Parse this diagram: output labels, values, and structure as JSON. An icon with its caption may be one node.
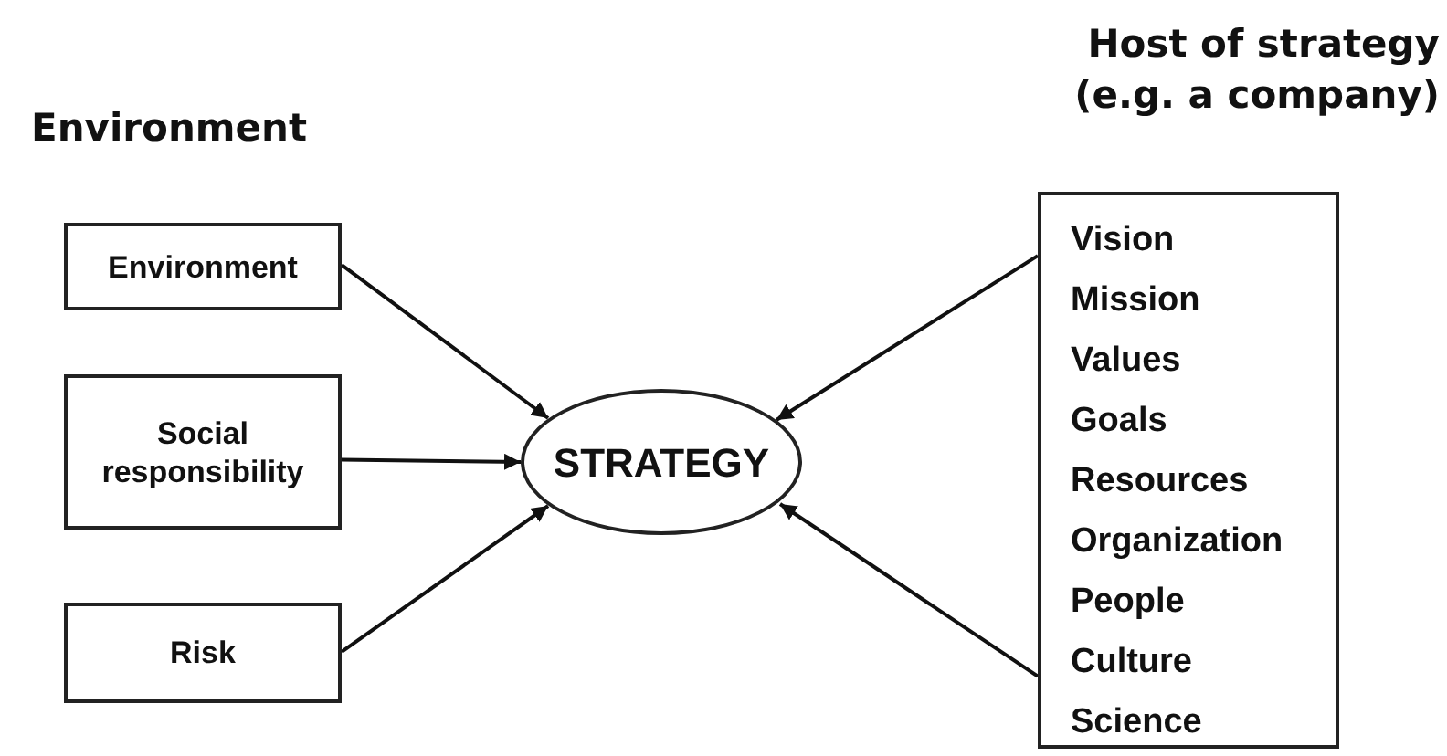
{
  "diagram": {
    "nodes": [
      {
        "text": [
          "Environment"
        ]
      },
      {
        "text": [
          "Social responsibility"
        ]
      },
      {
        "text": [
          "Risk"
        ]
      },
      {
        "text": [
          "STRATEGY"
        ]
      },
      {
        "text": [
          "Vision",
          "Mission",
          "Values",
          "Goals",
          "Resources",
          "Organization",
          "People",
          "Culture",
          "Science"
        ]
      }
    ],
    "edges": [
      {
        "from": 0,
        "to": 3,
        "arrow": "to"
      },
      {
        "from": 1,
        "to": 3,
        "arrow": "to"
      },
      {
        "from": 2,
        "to": 3,
        "arrow": "to"
      },
      {
        "from": 4,
        "to": 3,
        "arrow": "to"
      },
      {
        "from": 4,
        "to": 3,
        "arrow": "to"
      }
    ],
    "labels": [
      "Environment",
      "Host of strategy (e.g. a company)"
    ]
  }
}
